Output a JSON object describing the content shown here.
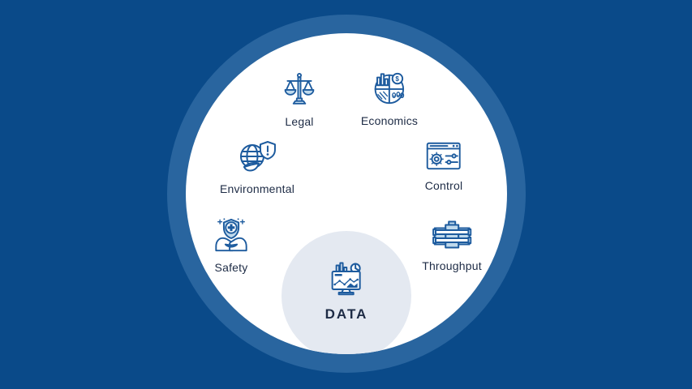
{
  "diagram": {
    "colors": {
      "background": "#0a4a89",
      "ring": "#29659f",
      "inner_circle": "#ffffff",
      "data_circle": "#e4e9f1",
      "icon_stroke": "#1d5b9e",
      "icon_fill": "#bfd9ec",
      "label_text": "#1d2b45"
    },
    "items": [
      {
        "label": "Legal",
        "icon": "scales-of-justice-icon"
      },
      {
        "label": "Economics",
        "icon": "economics-chart-coin-icon"
      },
      {
        "label": "Environmental",
        "icon": "globe-leaf-shield-icon"
      },
      {
        "label": "Control",
        "icon": "settings-window-icon"
      },
      {
        "label": "Safety",
        "icon": "hands-medical-shield-icon"
      },
      {
        "label": "Throughput",
        "icon": "barrels-icon"
      }
    ],
    "center": {
      "label": "DATA",
      "icon": "monitor-analytics-icon"
    },
    "economics_coin_symbol": "$"
  }
}
